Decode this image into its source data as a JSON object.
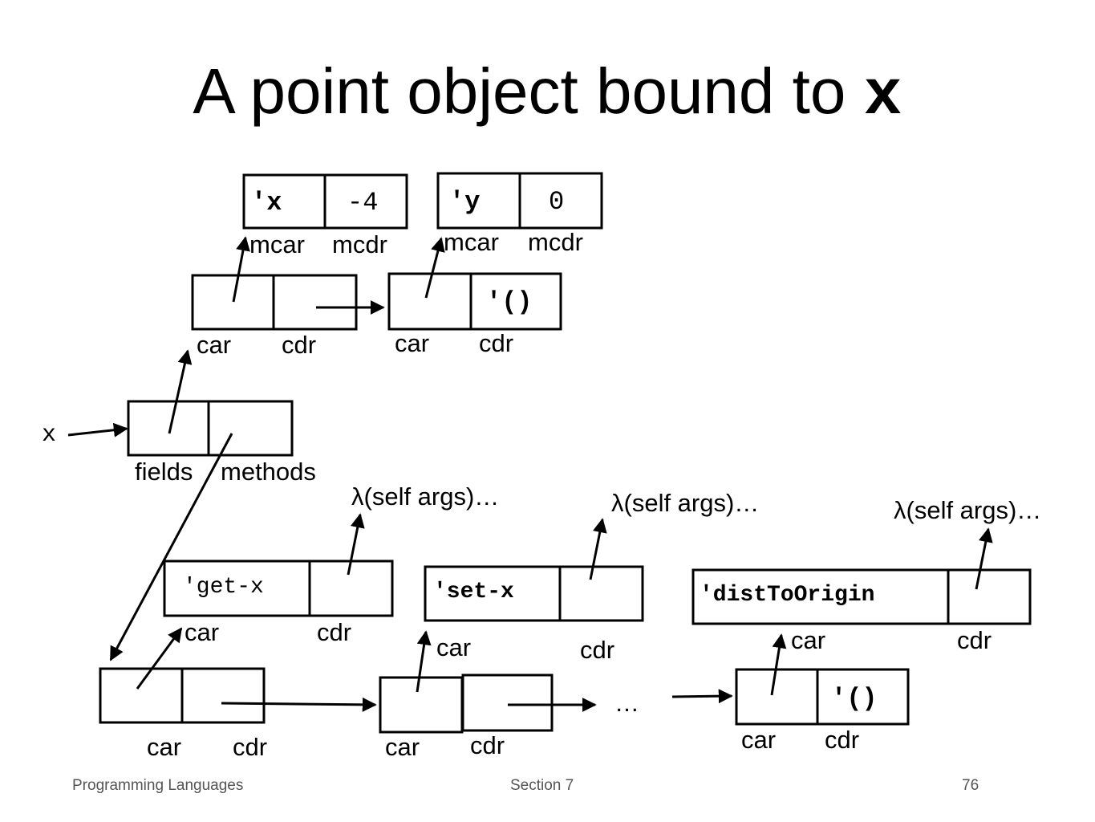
{
  "title": {
    "text": "A point object bound to ",
    "code": "x"
  },
  "cells": {
    "x_sym": "'x",
    "x_val": "-4",
    "y_sym": "'y",
    "y_val": "0",
    "null1": "'()",
    "get_x": "'get-x",
    "set_x": "'set-x",
    "dist": "'distToOrigin",
    "null2": "'()"
  },
  "labels": {
    "mcar": "mcar",
    "mcdr": "mcdr",
    "car": "car",
    "cdr": "cdr",
    "fields": "fields",
    "methods": "methods",
    "var_x": "x",
    "lambda": "λ(self args)…",
    "ellipsis": "…"
  },
  "footer": {
    "left": "Programming Languages",
    "center": "Section 7",
    "page": "76"
  }
}
